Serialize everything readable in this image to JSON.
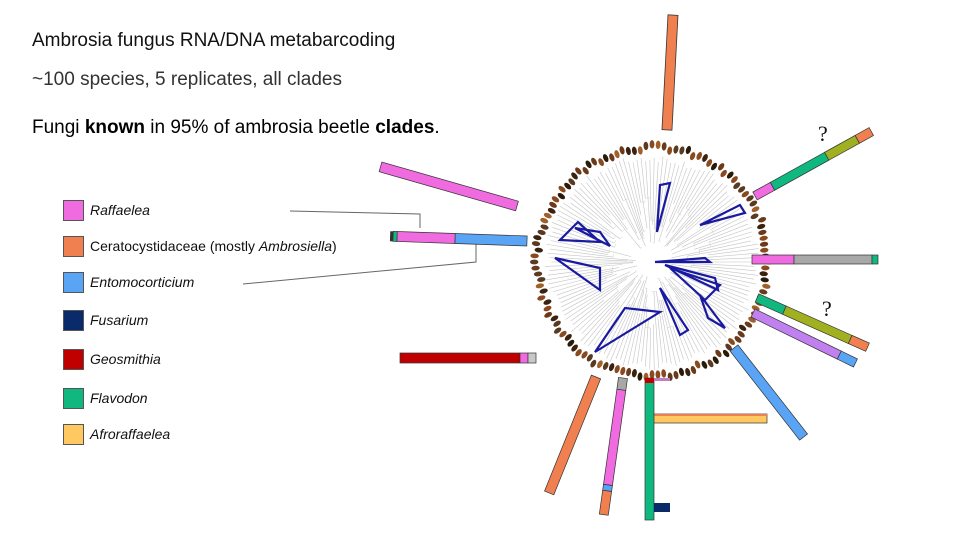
{
  "slide": {
    "title": "Ambrosia fungus RNA/DNA metabarcoding",
    "subtitle": "~100 species, 5 replicates, all clades",
    "tagline_parts": [
      "Fungi ",
      "known",
      " in 95% of ambrosia beetle ",
      "clades",
      "."
    ]
  },
  "legend": [
    {
      "label": "Raffaelea",
      "color": "#f06ae0",
      "italic": true
    },
    {
      "label_prefix": "Ceratocystidaceae (mostly ",
      "label_italic": "Ambrosiella",
      "label_suffix": ")",
      "color": "#f08050",
      "italic": false
    },
    {
      "label": "Entomocorticium",
      "color": "#5aa4f5",
      "italic": true
    },
    {
      "label": "Fusarium",
      "color": "#0a2a6a",
      "italic": true
    },
    {
      "label": "Geosmithia",
      "color": "#c00000",
      "italic": true
    },
    {
      "label": "Flavodon",
      "color": "#10b880",
      "italic": true
    },
    {
      "label": "Afroraffaelea",
      "color": "#ffc860",
      "italic": true
    }
  ],
  "annotations": {
    "question_mark_1": "?",
    "question_mark_2": "?"
  },
  "colors": {
    "raffaelea": "#f06ae0",
    "ceratocystidaceae": "#f08050",
    "entomocorticium": "#5aa4f5",
    "fusarium": "#0a2a6a",
    "geosmithia": "#c00000",
    "flavodon": "#10b880",
    "afroraffaelea": "#ffc860",
    "olive": "#a0b020",
    "lavender": "#c080f0",
    "grey": "#a8a8a8",
    "tree_highlight": "#1a1aa0"
  }
}
